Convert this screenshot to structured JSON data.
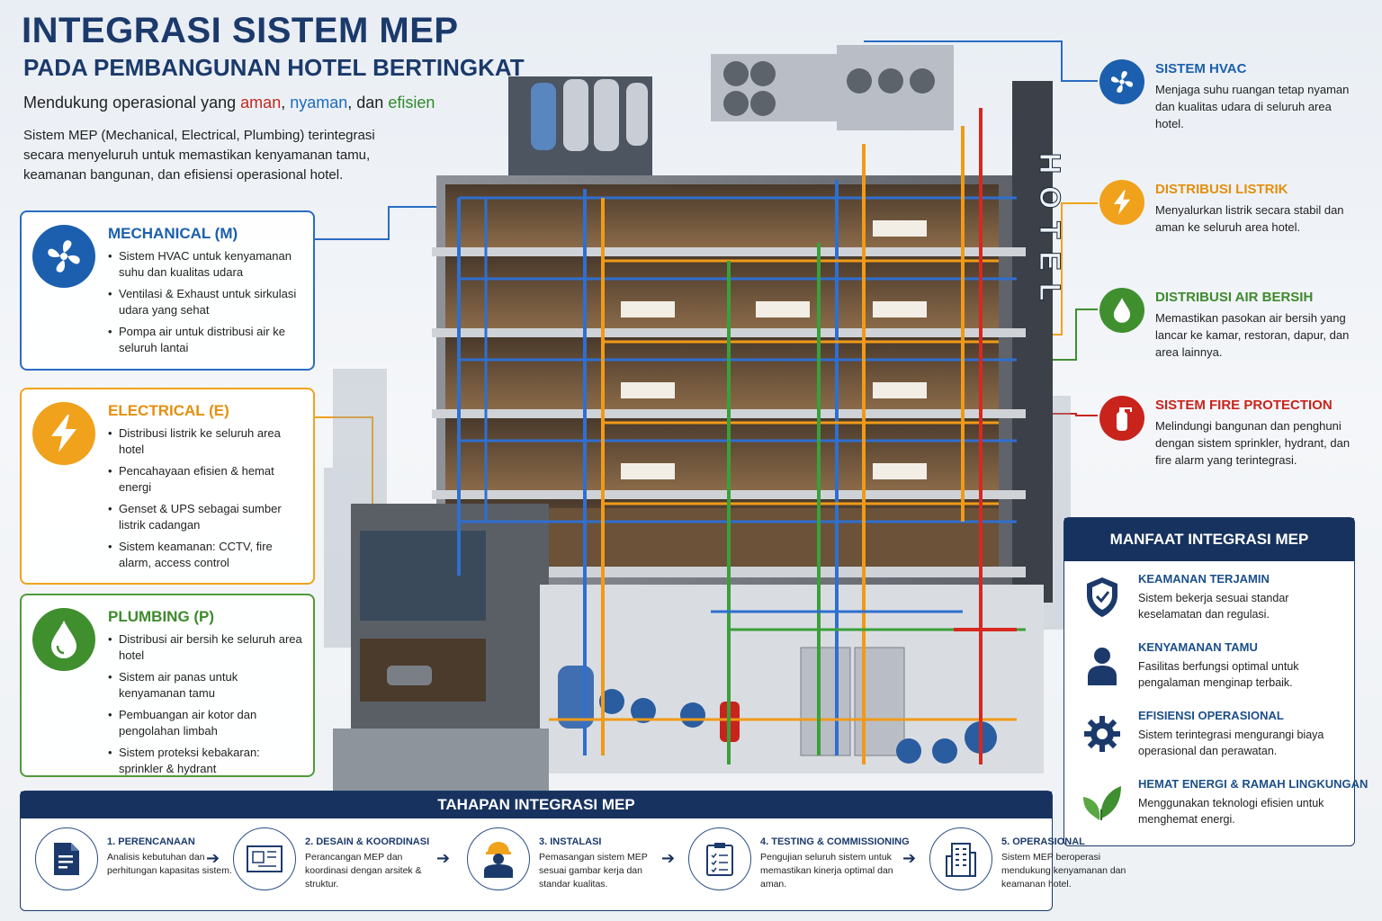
{
  "header": {
    "title": "INTEGRASI SISTEM MEP",
    "subtitle": "PADA PEMBANGUNAN HOTEL BERTINGKAT",
    "tagline_prefix": "Mendukung operasional yang ",
    "tagline_word1": "aman",
    "tagline_sep1": ", ",
    "tagline_word2": "nyaman",
    "tagline_sep2": ", dan ",
    "tagline_word3": "efisien",
    "intro": "Sistem MEP (Mechanical, Electrical, Plumbing) terintegrasi secara menyeluruh untuk memastikan kenyamanan tamu, keamanan bangunan, dan efisiensi operasional hotel."
  },
  "disciplines": [
    {
      "title": "MECHANICAL (M)",
      "icon": "fan-icon",
      "color": "#1b5fae",
      "items": [
        "Sistem HVAC untuk kenyamanan suhu dan kualitas udara",
        "Ventilasi & Exhaust untuk sirkulasi udara yang sehat",
        "Pompa air untuk distribusi air ke seluruh lantai"
      ]
    },
    {
      "title": "ELECTRICAL (E)",
      "icon": "lightning-icon",
      "color": "#f0a21c",
      "items": [
        "Distribusi listrik ke seluruh area hotel",
        "Pencahayaan efisien & hemat energi",
        "Genset & UPS sebagai sumber listrik cadangan",
        "Sistem keamanan: CCTV, fire alarm, access control"
      ]
    },
    {
      "title": "PLUMBING (P)",
      "icon": "water-drop-icon",
      "color": "#3f8f2f",
      "items": [
        "Distribusi air bersih ke seluruh area hotel",
        "Sistem air panas untuk kenyamanan tamu",
        "Pembuangan air kotor dan pengolahan limbah",
        "Sistem proteksi kebakaran: sprinkler & hydrant"
      ]
    }
  ],
  "building": {
    "sign": "HOTEL"
  },
  "systems": [
    {
      "title": "SISTEM HVAC",
      "icon": "fan-icon",
      "color": "#1b5fae",
      "text": "Menjaga suhu ruangan tetap nyaman dan kualitas udara di seluruh area hotel."
    },
    {
      "title": "DISTRIBUSI LISTRIK",
      "icon": "lightning-icon",
      "color": "#f0a21c",
      "text": "Menyalurkan listrik secara stabil dan aman ke seluruh area hotel."
    },
    {
      "title": "DISTRIBUSI AIR BERSIH",
      "icon": "water-drop-icon",
      "color": "#3f8f2f",
      "text": "Memastikan pasokan air bersih yang lancar ke kamar, restoran, dapur, dan area lainnya."
    },
    {
      "title": "SISTEM FIRE PROTECTION",
      "icon": "fire-extinguisher-icon",
      "color": "#c8241c",
      "text": "Melindungi bangunan dan penghuni dengan sistem sprinkler, hydrant, dan fire alarm yang terintegrasi."
    }
  ],
  "benefits": {
    "heading": "MANFAAT INTEGRASI MEP",
    "items": [
      {
        "title": "KEAMANAN TERJAMIN",
        "icon": "shield-check-icon",
        "text": "Sistem bekerja sesuai standar keselamatan dan regulasi."
      },
      {
        "title": "KENYAMANAN TAMU",
        "icon": "person-icon",
        "text": "Fasilitas berfungsi optimal untuk pengalaman menginap terbaik."
      },
      {
        "title": "EFISIENSI OPERASIONAL",
        "icon": "gear-icon",
        "text": "Sistem terintegrasi mengurangi biaya operasional dan perawatan."
      },
      {
        "title": "HEMAT ENERGI & RAMAH LINGKUNGAN",
        "icon": "leaf-icon",
        "text": "Menggunakan teknologi efisien untuk menghemat energi."
      }
    ]
  },
  "stages": {
    "heading": "TAHAPAN INTEGRASI MEP",
    "items": [
      {
        "title": "1. PERENCANAAN",
        "icon": "document-icon",
        "text": "Analisis kebutuhan dan perhitungan kapasitas sistem."
      },
      {
        "title": "2. DESAIN & KOORDINASI",
        "icon": "blueprint-icon",
        "text": "Perancangan MEP dan koordinasi dengan arsitek & struktur."
      },
      {
        "title": "3. INSTALASI",
        "icon": "worker-icon",
        "text": "Pemasangan sistem MEP sesuai gambar kerja dan standar kualitas."
      },
      {
        "title": "4. TESTING & COMMISSIONING",
        "icon": "clipboard-check-icon",
        "text": "Pengujian seluruh sistem untuk memastikan kinerja optimal dan aman."
      },
      {
        "title": "5. OPERASIONAL",
        "icon": "building-icon",
        "text": "Sistem MEP beroperasi mendukung kenyamanan dan keamanan hotel."
      }
    ]
  }
}
